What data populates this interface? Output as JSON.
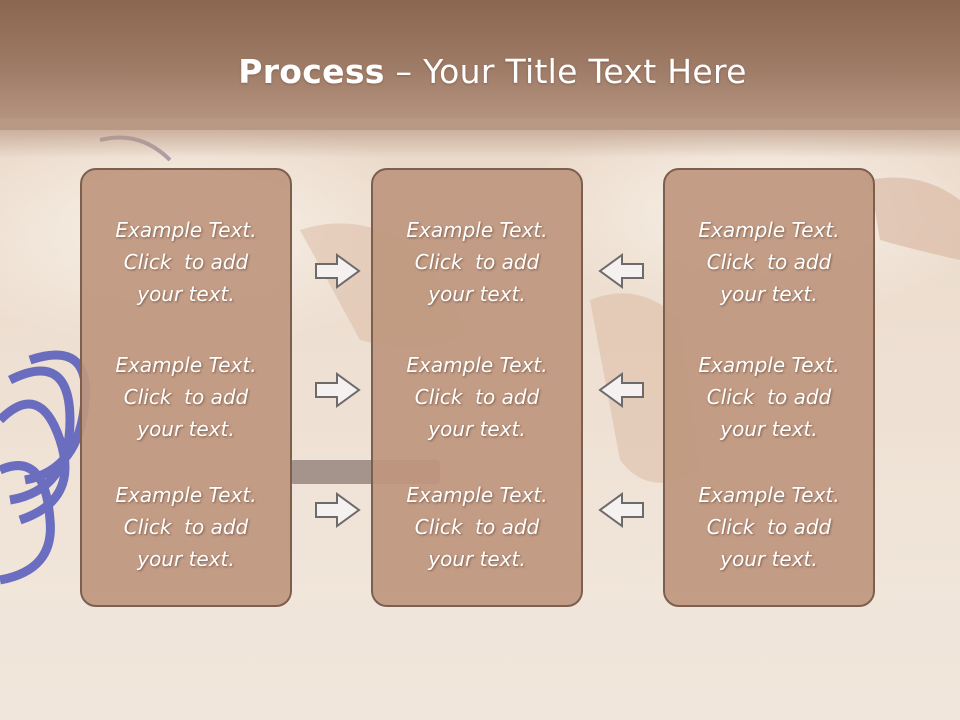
{
  "title": {
    "bold": "Process",
    "rest": " – Your Title Text Here"
  },
  "columns": [
    {
      "cells": [
        [
          "Example Text.",
          "Click  to add",
          "your text."
        ],
        [
          "Example Text.",
          "Click  to add",
          "your text."
        ],
        [
          "Example Text.",
          "Click  to add",
          "your text."
        ]
      ]
    },
    {
      "cells": [
        [
          "Example Text.",
          "Click  to add",
          "your text."
        ],
        [
          "Example Text.",
          "Click  to add",
          "your text."
        ],
        [
          "Example Text.",
          "Click  to add",
          "your text."
        ]
      ]
    },
    {
      "cells": [
        [
          "Example Text.",
          "Click  to add",
          "your text."
        ],
        [
          "Example Text.",
          "Click  to add",
          "your text."
        ],
        [
          "Example Text.",
          "Click  to add",
          "your text."
        ]
      ]
    }
  ],
  "arrows": {
    "left_group": "right-arrow-icon",
    "right_group": "left-arrow-icon"
  },
  "colors": {
    "title_band": "#8a6550",
    "box_fill": "#bf977f",
    "box_border": "#7d5f4e",
    "text": "#ffffff"
  }
}
